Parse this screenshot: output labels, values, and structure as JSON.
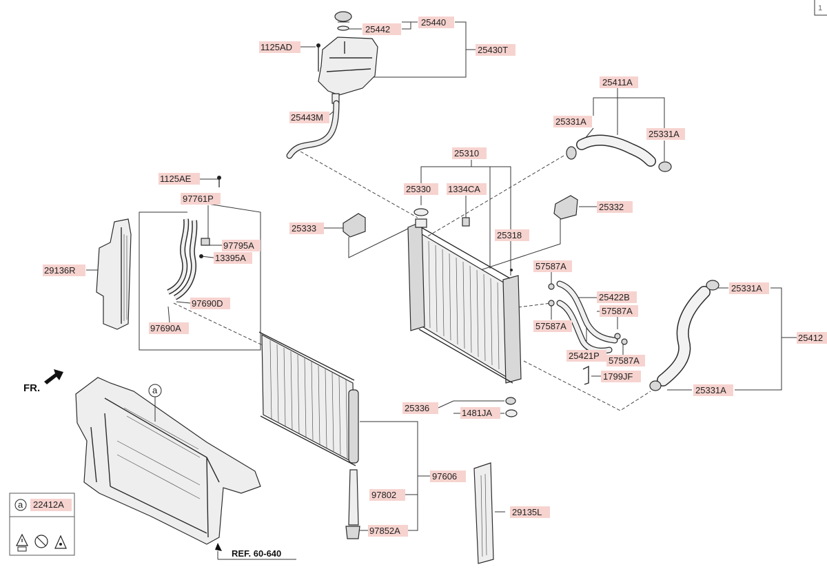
{
  "page_number": "1",
  "labels": {
    "p25440": "25440",
    "p25442": "25442",
    "p1125AD": "1125AD",
    "p25430T": "25430T",
    "p25443M": "25443M",
    "p25411A": "25411A",
    "p25331A_1": "25331A",
    "p25331A_2": "25331A",
    "p25310": "25310",
    "p25330": "25330",
    "p1334CA": "1334CA",
    "p25332": "25332",
    "p25333": "25333",
    "p25318": "25318",
    "p1125AE": "1125AE",
    "p97761P": "97761P",
    "p97795A": "97795A",
    "p13395A": "13395A",
    "p29136R": "29136R",
    "p97690D": "97690D",
    "p97690A": "97690A",
    "p57587A_1": "57587A",
    "p25422B": "25422B",
    "p57587A_2": "57587A",
    "p57587A_3": "57587A",
    "p25421P": "25421P",
    "p57587A_4": "57587A",
    "p1799JF": "1799JF",
    "p25331A_3": "25331A",
    "p25412": "25412",
    "p25331A_4": "25331A",
    "p25336": "25336",
    "p1481JA": "1481JA",
    "p97606": "97606",
    "p97802": "97802",
    "p97852A": "97852A",
    "p29135L": "29135L",
    "p22412A": "22412A"
  },
  "callout_letter": "a",
  "ref_label": "REF. 60-640",
  "direction_label": "FR."
}
